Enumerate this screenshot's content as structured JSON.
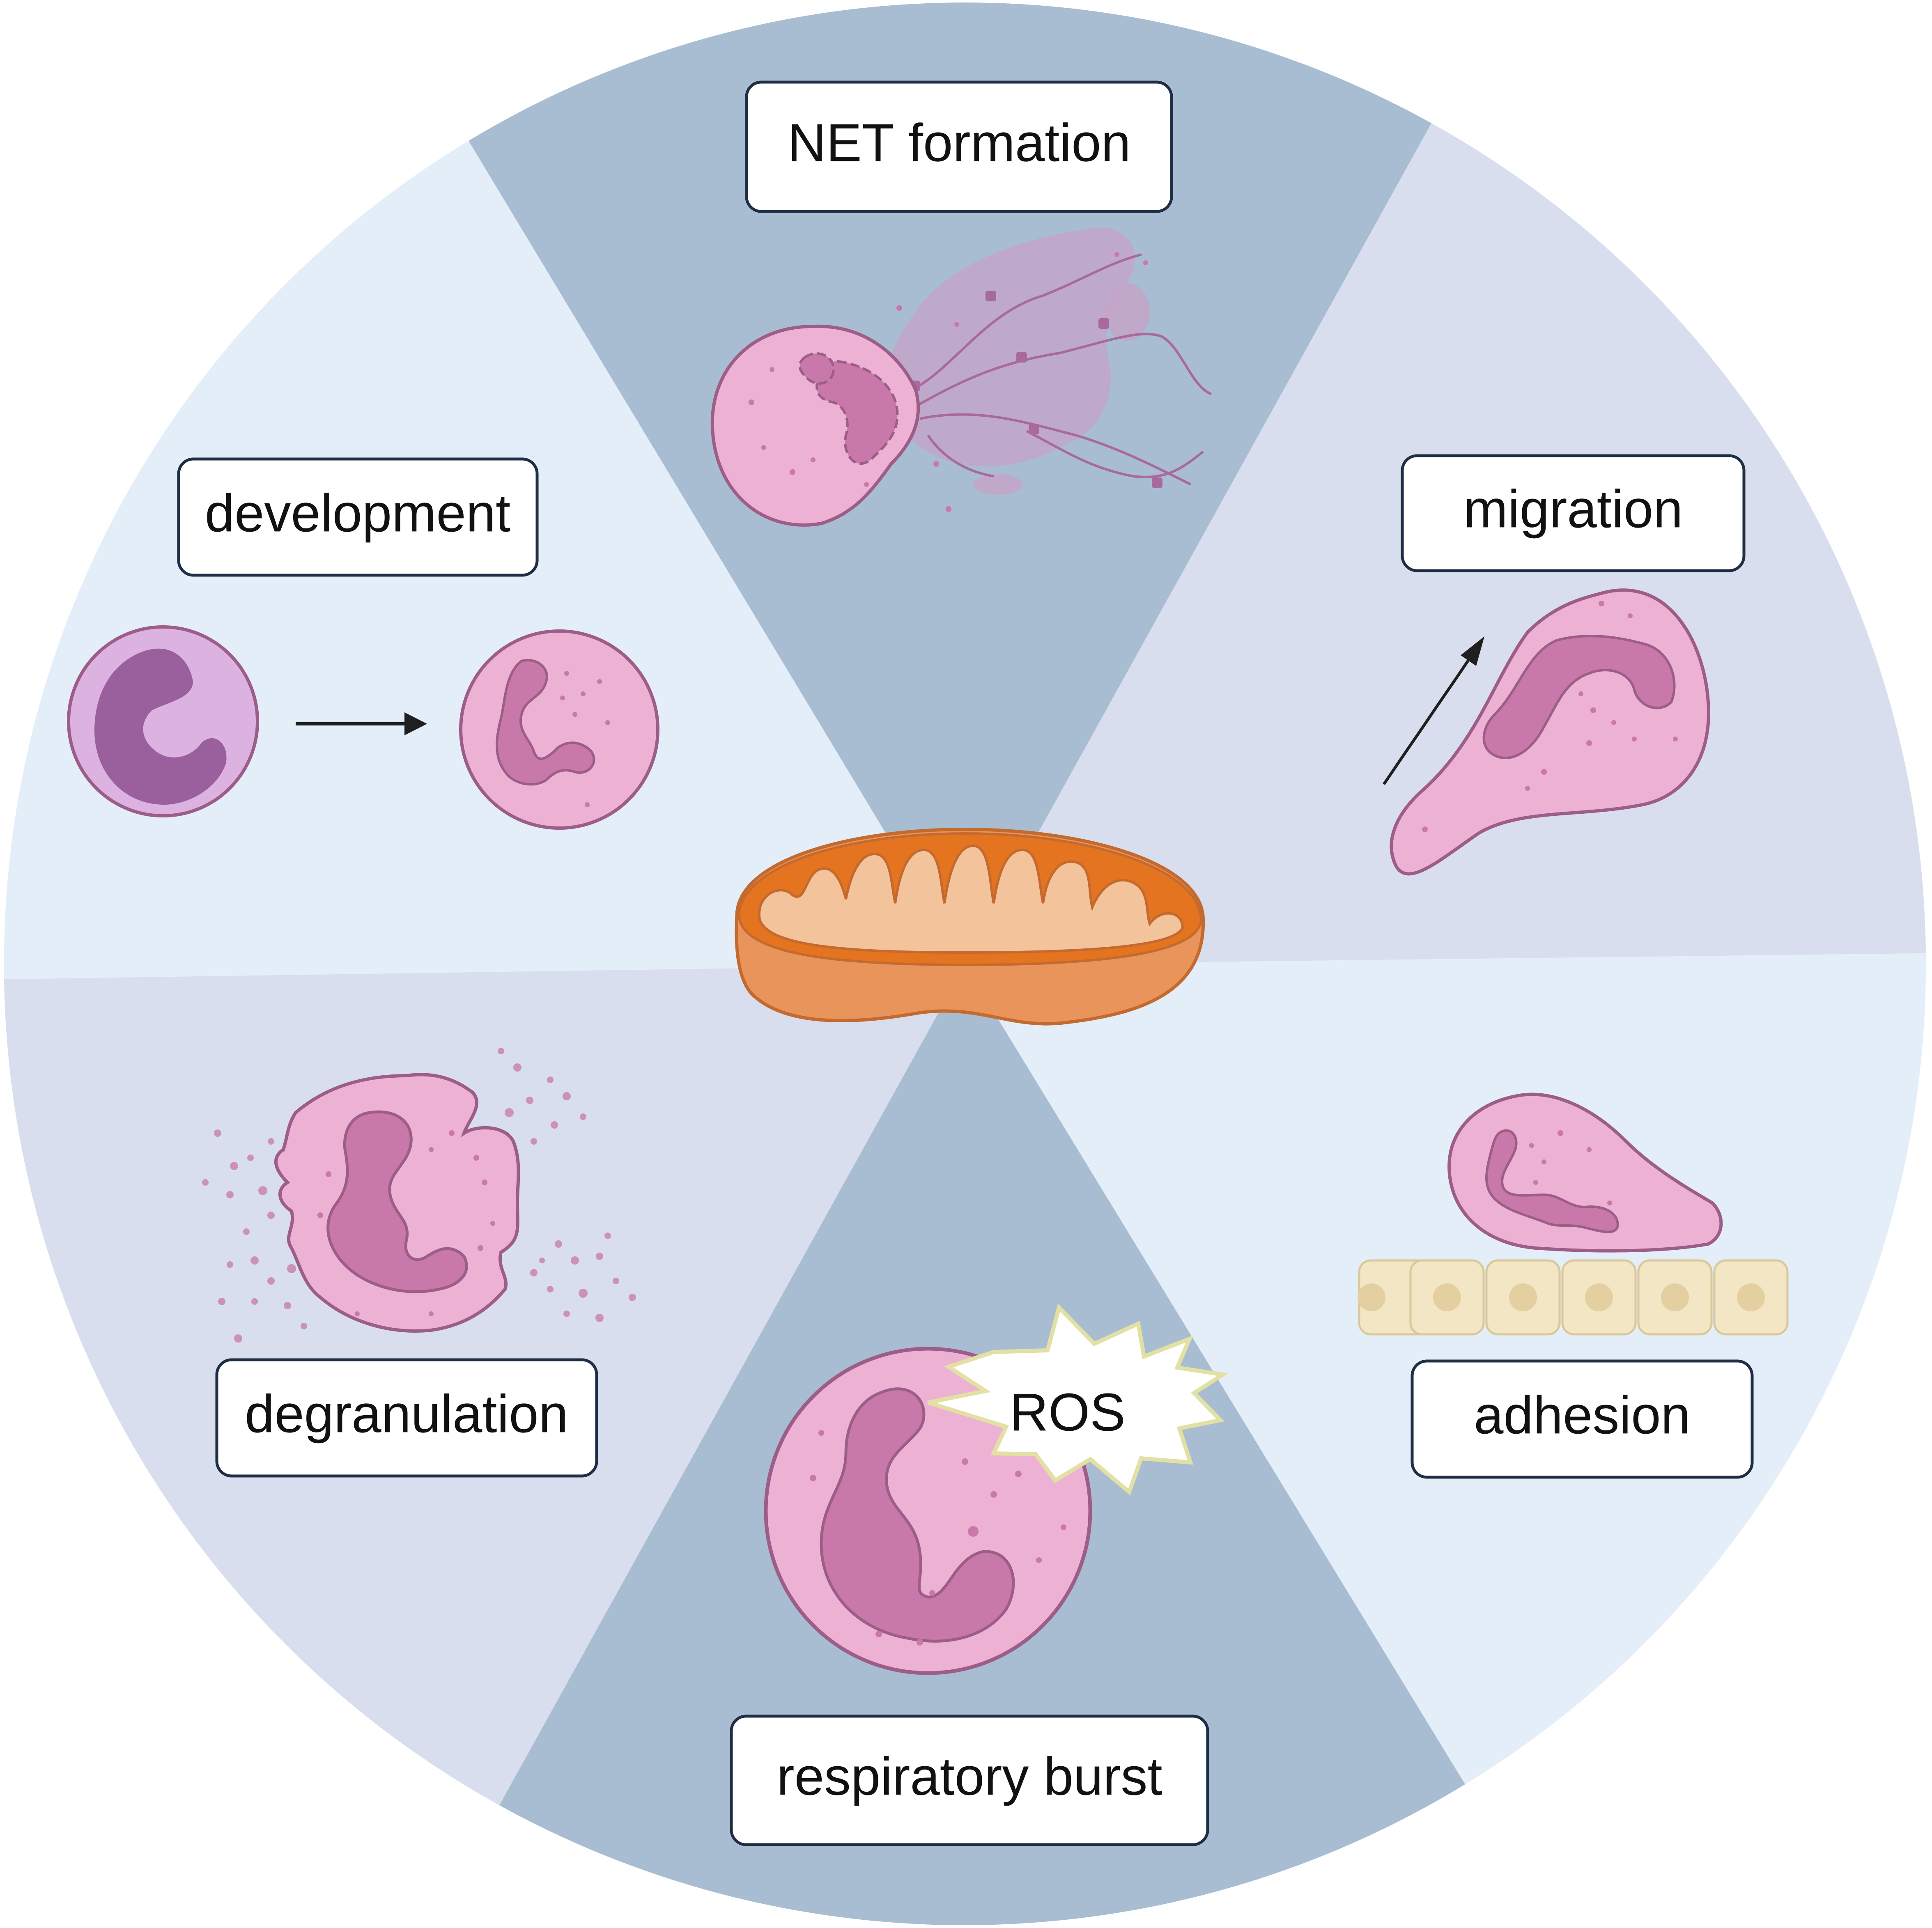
{
  "labels": {
    "net_formation": "NET formation",
    "migration": "migration",
    "adhesion": "adhesion",
    "respiratory_burst": "respiratory burst",
    "degranulation": "degranulation",
    "development": "development",
    "ros": "ROS"
  },
  "colors": {
    "sector_dark": "#a8bdd1",
    "sector_lavender": "#d8deed",
    "sector_light": "#e3eef9",
    "cell_fill": "#edb2d3",
    "cell_stroke": "#9c5d88",
    "nucleus_fill": "#c978aa",
    "precursor_fill": "#dcb3e0",
    "precursor_nucleus": "#9a609e",
    "endothelium_fill": "#f2e6c4",
    "mito_outer": "#e8945a",
    "mito_inner": "#e4741f",
    "mito_cristae": "#f3c39c"
  }
}
